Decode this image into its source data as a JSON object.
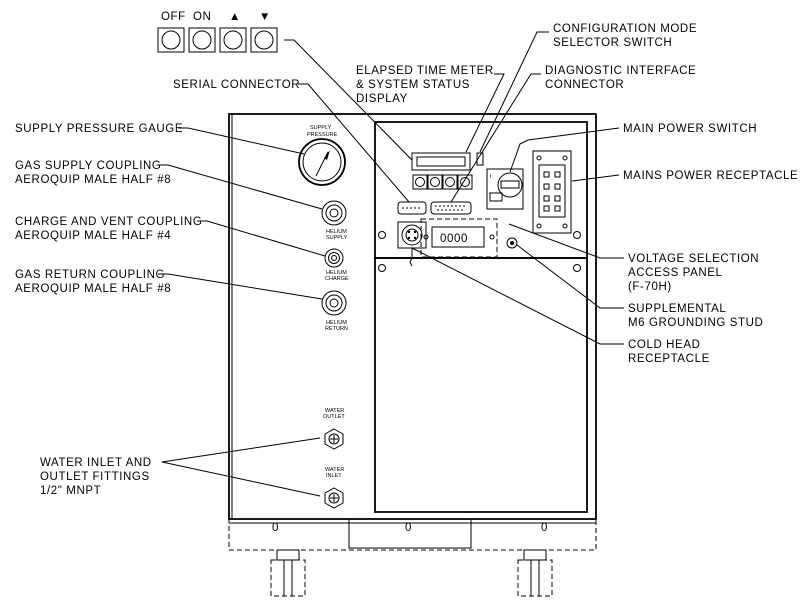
{
  "buttons": {
    "off_label": "OFF",
    "on_label": "ON",
    "up_label": "▲",
    "down_label": "▼"
  },
  "callouts": {
    "configuration_mode": [
      "CONFIGURATION MODE",
      "SELECTOR SWITCH"
    ],
    "elapsed_time": [
      "ELAPSED TIME METER",
      "& SYSTEM STATUS",
      "DISPLAY"
    ],
    "diagnostic": [
      "DIAGNOSTIC INTERFACE",
      "CONNECTOR"
    ],
    "serial": [
      "SERIAL CONNECTOR"
    ],
    "main_power": [
      "MAIN POWER SWITCH"
    ],
    "supply_pressure": [
      "SUPPLY PRESSURE GAUGE"
    ],
    "mains_receptacle": [
      "MAINS POWER RECEPTACLE"
    ],
    "gas_supply": [
      "GAS SUPPLY COUPLING",
      "AEROQUIP MALE HALF #8"
    ],
    "charge_vent": [
      "CHARGE AND VENT COUPLING",
      "AEROQUIP MALE HALF #4"
    ],
    "gas_return": [
      "GAS RETURN COUPLING",
      "AEROQUIP MALE HALF #8"
    ],
    "voltage_selection": [
      "VOLTAGE SELECTION",
      "ACCESS PANEL",
      "(F-70H)"
    ],
    "grounding": [
      "SUPPLEMENTAL",
      "M6 GROUNDING STUD"
    ],
    "cold_head": [
      "COLD HEAD",
      "RECEPTACLE"
    ],
    "water_fittings": [
      "WATER INLET AND",
      "OUTLET FITTINGS",
      "1/2\" MNPT"
    ]
  },
  "panel_labels": {
    "supply_pressure": [
      "SUPPLY",
      "PRESSURE"
    ],
    "helium_supply": [
      "HELIUM",
      "SUPPLY"
    ],
    "helium_charge": [
      "HELIUM",
      "CHARGE"
    ],
    "helium_return": [
      "HELIUM",
      "RETURN"
    ],
    "water_outlet": [
      "WATER",
      "OUTLET"
    ],
    "water_inlet": [
      "WATER",
      "INLET"
    ]
  },
  "display_text": "0000"
}
